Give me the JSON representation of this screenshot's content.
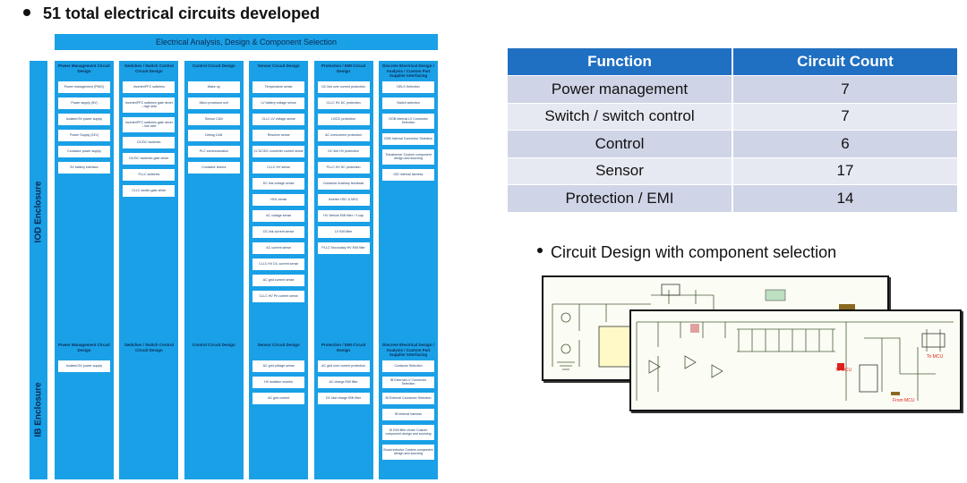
{
  "title": "51 total electrical circuits developed",
  "diagram": {
    "header": "Electrical Analysis, Design & Component Selection",
    "sections": [
      {
        "label": "IOD Enclosure",
        "columns": [
          {
            "title": "Power Management Circuit Design",
            "items": [
              "Power management (PMIC)",
              "Power supply (5V)",
              "Isolated 5V power supply",
              "Power Supply (24V)",
              "Contactor power supply",
              "5V battery interface"
            ]
          },
          {
            "title": "Switches / Switch Control Circuit Design",
            "items": [
              "Inverter/PFC switches",
              "Inverter/PFC switches gate driver – high side",
              "Inverter/PFC switches gate driver – low side",
              "DC/DC switches",
              "DC/DC switches gate driver",
              "PLLC switches",
              "CLLC switch gate driver"
            ]
          },
          {
            "title": "Control Circuit Design",
            "items": [
              "Wake up",
              "Micro processor unit",
              "Sensor CAN",
              "Debug CAN",
              "PLC communication",
              "Contactor drivers"
            ]
          },
          {
            "title": "Sensor Circuit Design",
            "items": [
              "Temperature sense",
              "LV battery voltage sense",
              "CLLC LV voltage sense",
              "Resolver sense",
              "LV DC/DC converter current sense",
              "CLLC HV sense",
              "DC link voltage sense",
              "HVIL sense",
              "AC voltage sense",
              "DC link current sense",
              "AC current sense",
              "CLLC HV DC current sense",
              "AC grid current sense",
              "CLLC HV Pri current sense"
            ]
          },
          {
            "title": "Protection / EMI Circuit Design",
            "items": [
              "DC link over current protection",
              "CLLC HV DC protection",
              "LV/DC protection",
              "AC overcurrent protection",
              "DC link HV protection",
              "PLLC HV DC protection",
              "Contactor Auxiliary feedback",
              "Inverter HSC & MSC",
              "HV Vehicle EMI filter / Y-cap",
              "LV EMI filter",
              "PLLC Secondary HV EMI filter"
            ]
          },
          {
            "title": "Discrete Electrical Design / Analysis / Custom Part Supplier Interfacing",
            "items": [
              "DELS Selection",
              "Switch selection",
              "OOB Internal LV Connector Selection",
              "OOB Internal Connector Selection",
              "Transformer Custom component design and sourcing",
              "IOD internal harness"
            ]
          }
        ]
      },
      {
        "label": "IB Enclosure",
        "columns": [
          {
            "title": "Power Management Circuit Design",
            "items": [
              "Isolated 5V power supply"
            ]
          },
          {
            "title": "Switches / Switch Control Circuit Design",
            "items": []
          },
          {
            "title": "Control Circuit Design",
            "items": []
          },
          {
            "title": "Sensor Circuit Design",
            "items": [
              "AC grid voltage sense",
              "HV isolation monitor",
              "AC grid current"
            ]
          },
          {
            "title": "Protection / EMI Circuit Design",
            "items": [
              "AC grid over current protection",
              "AC charge EMI filter",
              "DC fast charge EMI filter"
            ]
          },
          {
            "title": "Discrete Electrical Design / Analysis / Custom Part Supplier Interfacing",
            "items": [
              "Contactor Selection",
              "IB External LV Connector Selection",
              "IB External Connector Selection",
              "IB internal harness",
              "ID EMI filter choke Custom component design and sourcing",
              "Boost inductor Custom component design and sourcing"
            ]
          }
        ]
      }
    ]
  },
  "table": {
    "headers": [
      "Function",
      "Circuit Count"
    ],
    "rows": [
      [
        "Power management",
        "7"
      ],
      [
        "Switch / switch control",
        "7"
      ],
      [
        "Control",
        "6"
      ],
      [
        "Sensor",
        "17"
      ],
      [
        "Protection / EMI",
        "14"
      ]
    ]
  },
  "subtitle": "Circuit Design with component selection",
  "schematic": {
    "labels": [
      "To MCU",
      "From MCU",
      "To MCU"
    ],
    "accent": "#e0201c"
  }
}
